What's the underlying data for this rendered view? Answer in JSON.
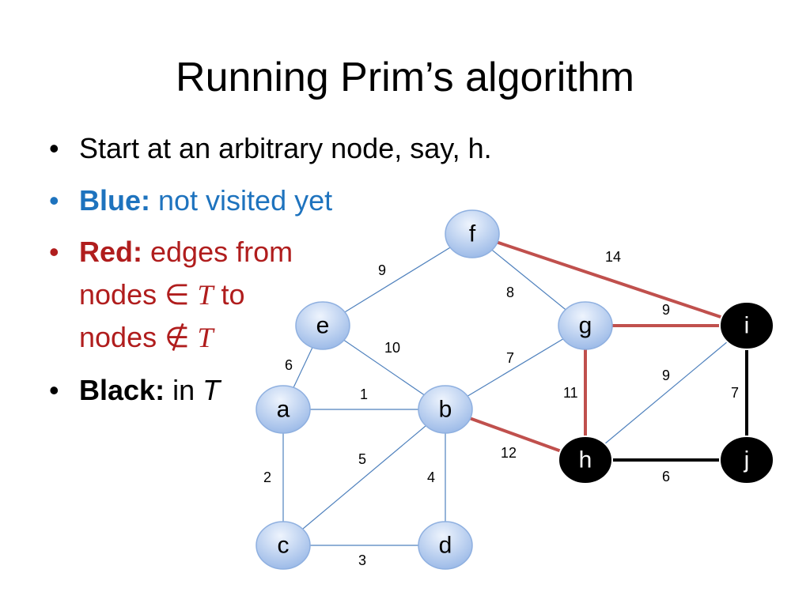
{
  "slide": {
    "title": "Running Prim’s algorithm"
  },
  "bullets": {
    "glyph": "•",
    "b1": {
      "text": "Start at an arbitrary node, say, h."
    },
    "b2": {
      "bold": "Blue:",
      "text": " not visited yet"
    },
    "b3": {
      "bold": "Red:",
      "line1": " edges from",
      "line2_a": "nodes ∈ ",
      "line2_sym": "T",
      "line2_b": " to",
      "line3_a": "nodes ∉ ",
      "line3_sym": "T"
    },
    "b4": {
      "bold": "Black:",
      "text": " in ",
      "italic": "T"
    }
  },
  "colors": {
    "blue_text": "#1e73be",
    "red_text": "#b01d1d",
    "blue_edge": "#4f81bd",
    "red_edge": "#c0504d",
    "black_edge": "#000000",
    "node_fill_light": "#dbe8fb",
    "node_fill_dark": "#9dbbe8",
    "node_black": "#000000"
  },
  "graph": {
    "nodes": [
      {
        "id": "f",
        "label": "f",
        "state": "blue"
      },
      {
        "id": "e",
        "label": "e",
        "state": "blue"
      },
      {
        "id": "g",
        "label": "g",
        "state": "blue"
      },
      {
        "id": "i",
        "label": "i",
        "state": "black"
      },
      {
        "id": "a",
        "label": "a",
        "state": "blue"
      },
      {
        "id": "b",
        "label": "b",
        "state": "blue"
      },
      {
        "id": "h",
        "label": "h",
        "state": "black"
      },
      {
        "id": "j",
        "label": "j",
        "state": "black"
      },
      {
        "id": "c",
        "label": "c",
        "state": "blue"
      },
      {
        "id": "d",
        "label": "d",
        "state": "blue"
      }
    ],
    "edges": [
      {
        "from": "e",
        "to": "f",
        "weight": "9",
        "state": "blue"
      },
      {
        "from": "f",
        "to": "g",
        "weight": "8",
        "state": "blue"
      },
      {
        "from": "f",
        "to": "i",
        "weight": "14",
        "state": "red"
      },
      {
        "from": "g",
        "to": "i",
        "weight": "9",
        "state": "red"
      },
      {
        "from": "e",
        "to": "b",
        "weight": "10",
        "state": "blue"
      },
      {
        "from": "e",
        "to": "a",
        "weight": "6",
        "state": "blue"
      },
      {
        "from": "b",
        "to": "g",
        "weight": "7",
        "state": "blue"
      },
      {
        "from": "g",
        "to": "h",
        "weight": "11",
        "state": "red"
      },
      {
        "from": "h",
        "to": "i",
        "weight": "9",
        "state": "blue"
      },
      {
        "from": "i",
        "to": "j",
        "weight": "7",
        "state": "black"
      },
      {
        "from": "a",
        "to": "b",
        "weight": "1",
        "state": "blue"
      },
      {
        "from": "b",
        "to": "h",
        "weight": "12",
        "state": "red"
      },
      {
        "from": "h",
        "to": "j",
        "weight": "6",
        "state": "black"
      },
      {
        "from": "a",
        "to": "c",
        "weight": "2",
        "state": "blue"
      },
      {
        "from": "b",
        "to": "c",
        "weight": "5",
        "state": "blue"
      },
      {
        "from": "b",
        "to": "d",
        "weight": "4",
        "state": "blue"
      },
      {
        "from": "c",
        "to": "d",
        "weight": "3",
        "state": "blue"
      }
    ]
  }
}
